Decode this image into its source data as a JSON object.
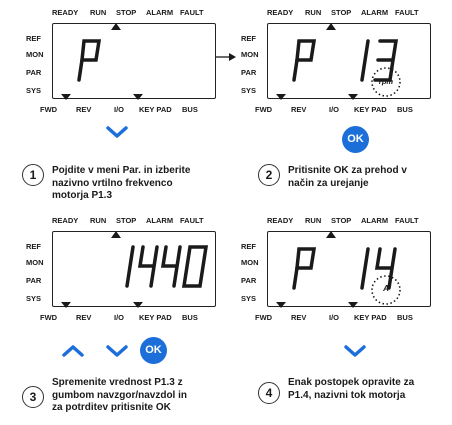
{
  "status_labels": [
    "READY",
    "RUN",
    "STOP",
    "ALARM",
    "FAULT"
  ],
  "side_labels": [
    "REF",
    "MON",
    "PAR",
    "SYS"
  ],
  "bottom_labels": [
    "FWD",
    "REV",
    "I/O",
    "KEY PAD",
    "BUS"
  ],
  "panels": [
    {
      "left_text": "P",
      "right_text": "",
      "unit": ""
    },
    {
      "left_text": "P",
      "right_text": "13",
      "unit": "rpm"
    },
    {
      "left_text": "",
      "right_text": "1440",
      "unit": ""
    },
    {
      "left_text": "P",
      "right_text": "14",
      "unit": "A"
    }
  ],
  "buttons": {
    "ok_label": "OK"
  },
  "steps": [
    {
      "number": "1",
      "text": "Pojdite v meni Par. in izberite\nnazivno vrtilno frekvenco\nmotorja P1.3"
    },
    {
      "number": "2",
      "text": "Pritisnite OK za prehod v\nnačin za urejanje"
    },
    {
      "number": "3",
      "text": "Spremenite vrednost P1.3 z\ngumbom navzgor/navzdol in\nza potrditev pritisnite OK"
    },
    {
      "number": "4",
      "text": "Enak postopek opravite za\nP1.4, nazivni tok motorja"
    }
  ],
  "colors": {
    "accent_blue": "#1c6fd8",
    "lcd_ink": "#1a1a1a"
  },
  "icons": [
    "chevron-down-icon",
    "chevron-up-icon",
    "arrow-right-icon",
    "marker-triangle-icon"
  ]
}
